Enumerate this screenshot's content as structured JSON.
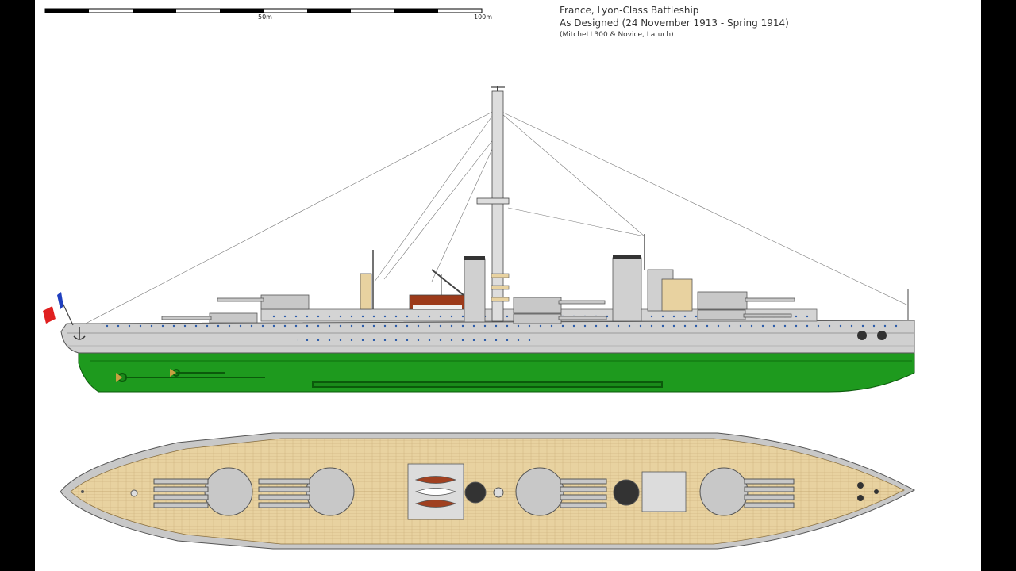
{
  "title": {
    "line1": "France, Lyon-Class Battleship",
    "line2": "As Designed (24 November 1913 - Spring 1914)",
    "credits": "(MitcheLL300 & Novice, Latuch)"
  },
  "scale_bar": {
    "label_mid": "50m",
    "label_end": "100m"
  },
  "colors": {
    "background_frame": "#000000",
    "sheet": "#ffffff",
    "hull_upper": "#d0d0d0",
    "hull_lower": "#1e9a1e",
    "deck": "#e8d2a0",
    "turret": "#c8c8c8",
    "flag_blue": "#1f3fbf",
    "flag_white": "#ffffff",
    "flag_red": "#e02020"
  },
  "icons": {
    "flag": "french-tricolour",
    "anchor": "anchor-icon"
  }
}
